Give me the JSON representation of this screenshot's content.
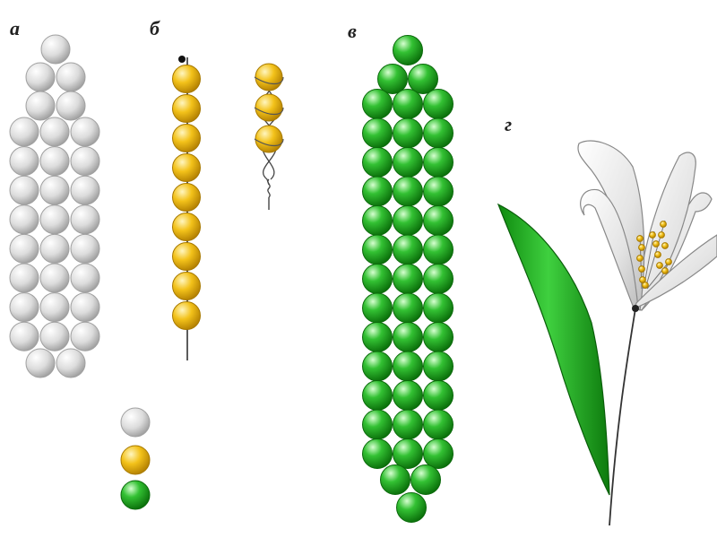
{
  "labels": {
    "a": "а",
    "b": "б",
    "v": "в",
    "g": "г"
  },
  "colors": {
    "bead_white": "#d8d8d8",
    "bead_yellow": "#f2c41a",
    "bead_green": "#22b022",
    "leaf": "#1faa1f",
    "petal": "#e9e9e9",
    "wire": "#333333"
  },
  "legend": [
    "white-bead",
    "yellow-bead",
    "green-bead"
  ]
}
